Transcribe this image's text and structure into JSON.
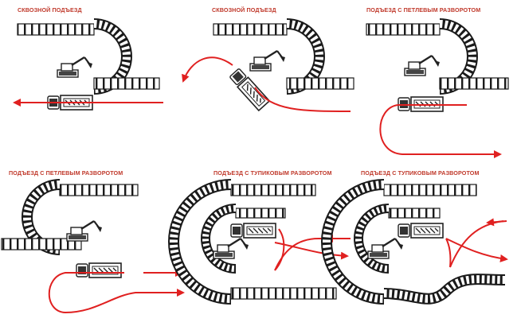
{
  "colors": {
    "route": "#e02020",
    "title": "#c0392b",
    "track": "#1a1a1a",
    "vehicle": "#222222"
  },
  "panels": [
    {
      "title": "СКВОЗНОЙ ПОДЪЕЗД"
    },
    {
      "title": "СКВОЗНОЙ ПОДЪЕЗД"
    },
    {
      "title": "ПОДЪЕЗД С ПЕТЛЕВЫМ РАЗВОРОТОМ"
    },
    {
      "title": "ПОДЪЕЗД С ПЕТЛЕВЫМ РАЗВОРОТОМ"
    },
    {
      "title": "ПОДЪЕЗД С ТУПИКОВЫМ РАЗВОРОТОМ"
    },
    {
      "title": "ПОДЪЕЗД С ТУПИКОВЫМ РАЗВОРОТОМ"
    }
  ]
}
